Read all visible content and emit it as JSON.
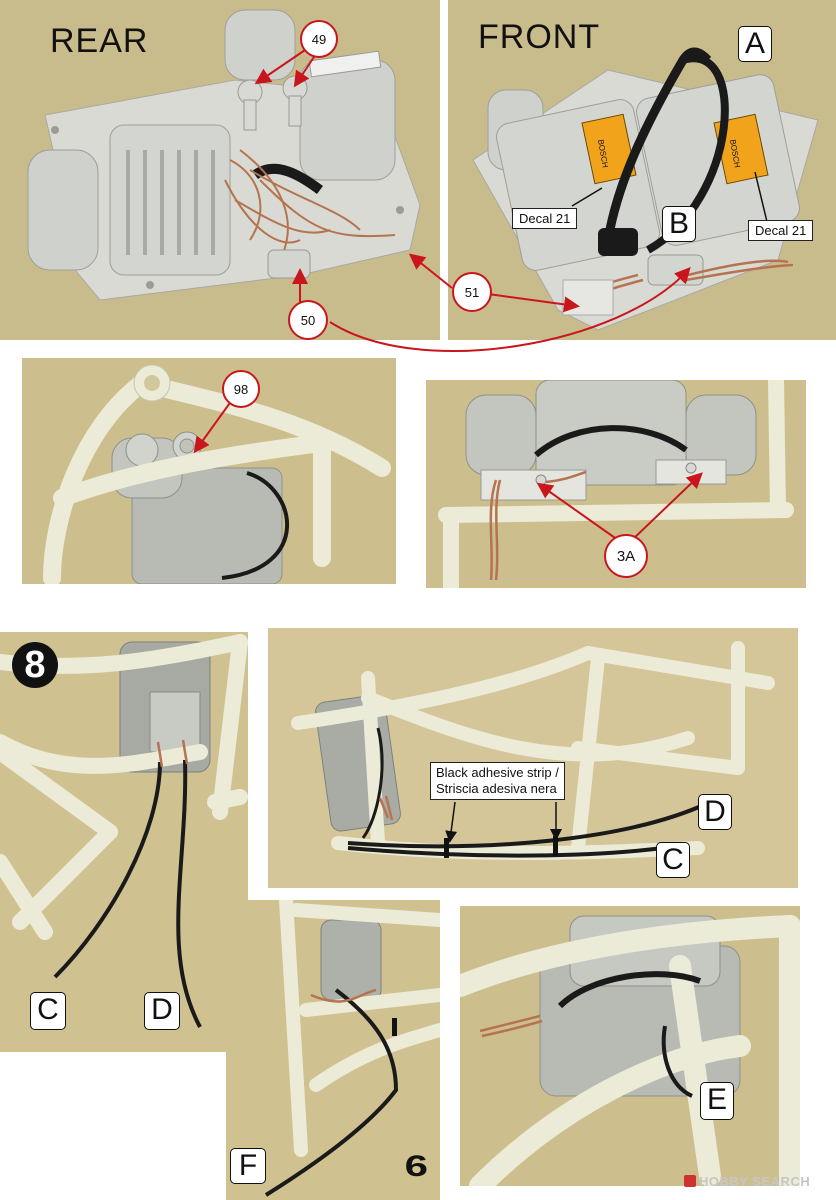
{
  "headings": {
    "rear": "REAR",
    "front": "FRONT"
  },
  "parts": {
    "p49": "49",
    "p50": "50",
    "p51": "51",
    "p98": "98",
    "p3a": "3A"
  },
  "decals": {
    "left": "Decal 21",
    "right": "Decal 21"
  },
  "wire_labels": {
    "A": "A",
    "B": "B",
    "C": "C",
    "D": "D",
    "E": "E",
    "F": "F"
  },
  "coil_brand": "BOSCH",
  "callout": {
    "line1": "Black adhesive strip /",
    "line2": "Striscia adesiva nera"
  },
  "step_number": "8",
  "page_number": "6",
  "watermark": "HOBBY SEARCH",
  "colors": {
    "accent_red": "#c9161c",
    "photo_bg": "#cdbf8d",
    "part_grey": "#cfd1cd",
    "frame_white": "#ecebd8",
    "wire_black": "#1a1a1a",
    "copper": "#b5744f"
  }
}
